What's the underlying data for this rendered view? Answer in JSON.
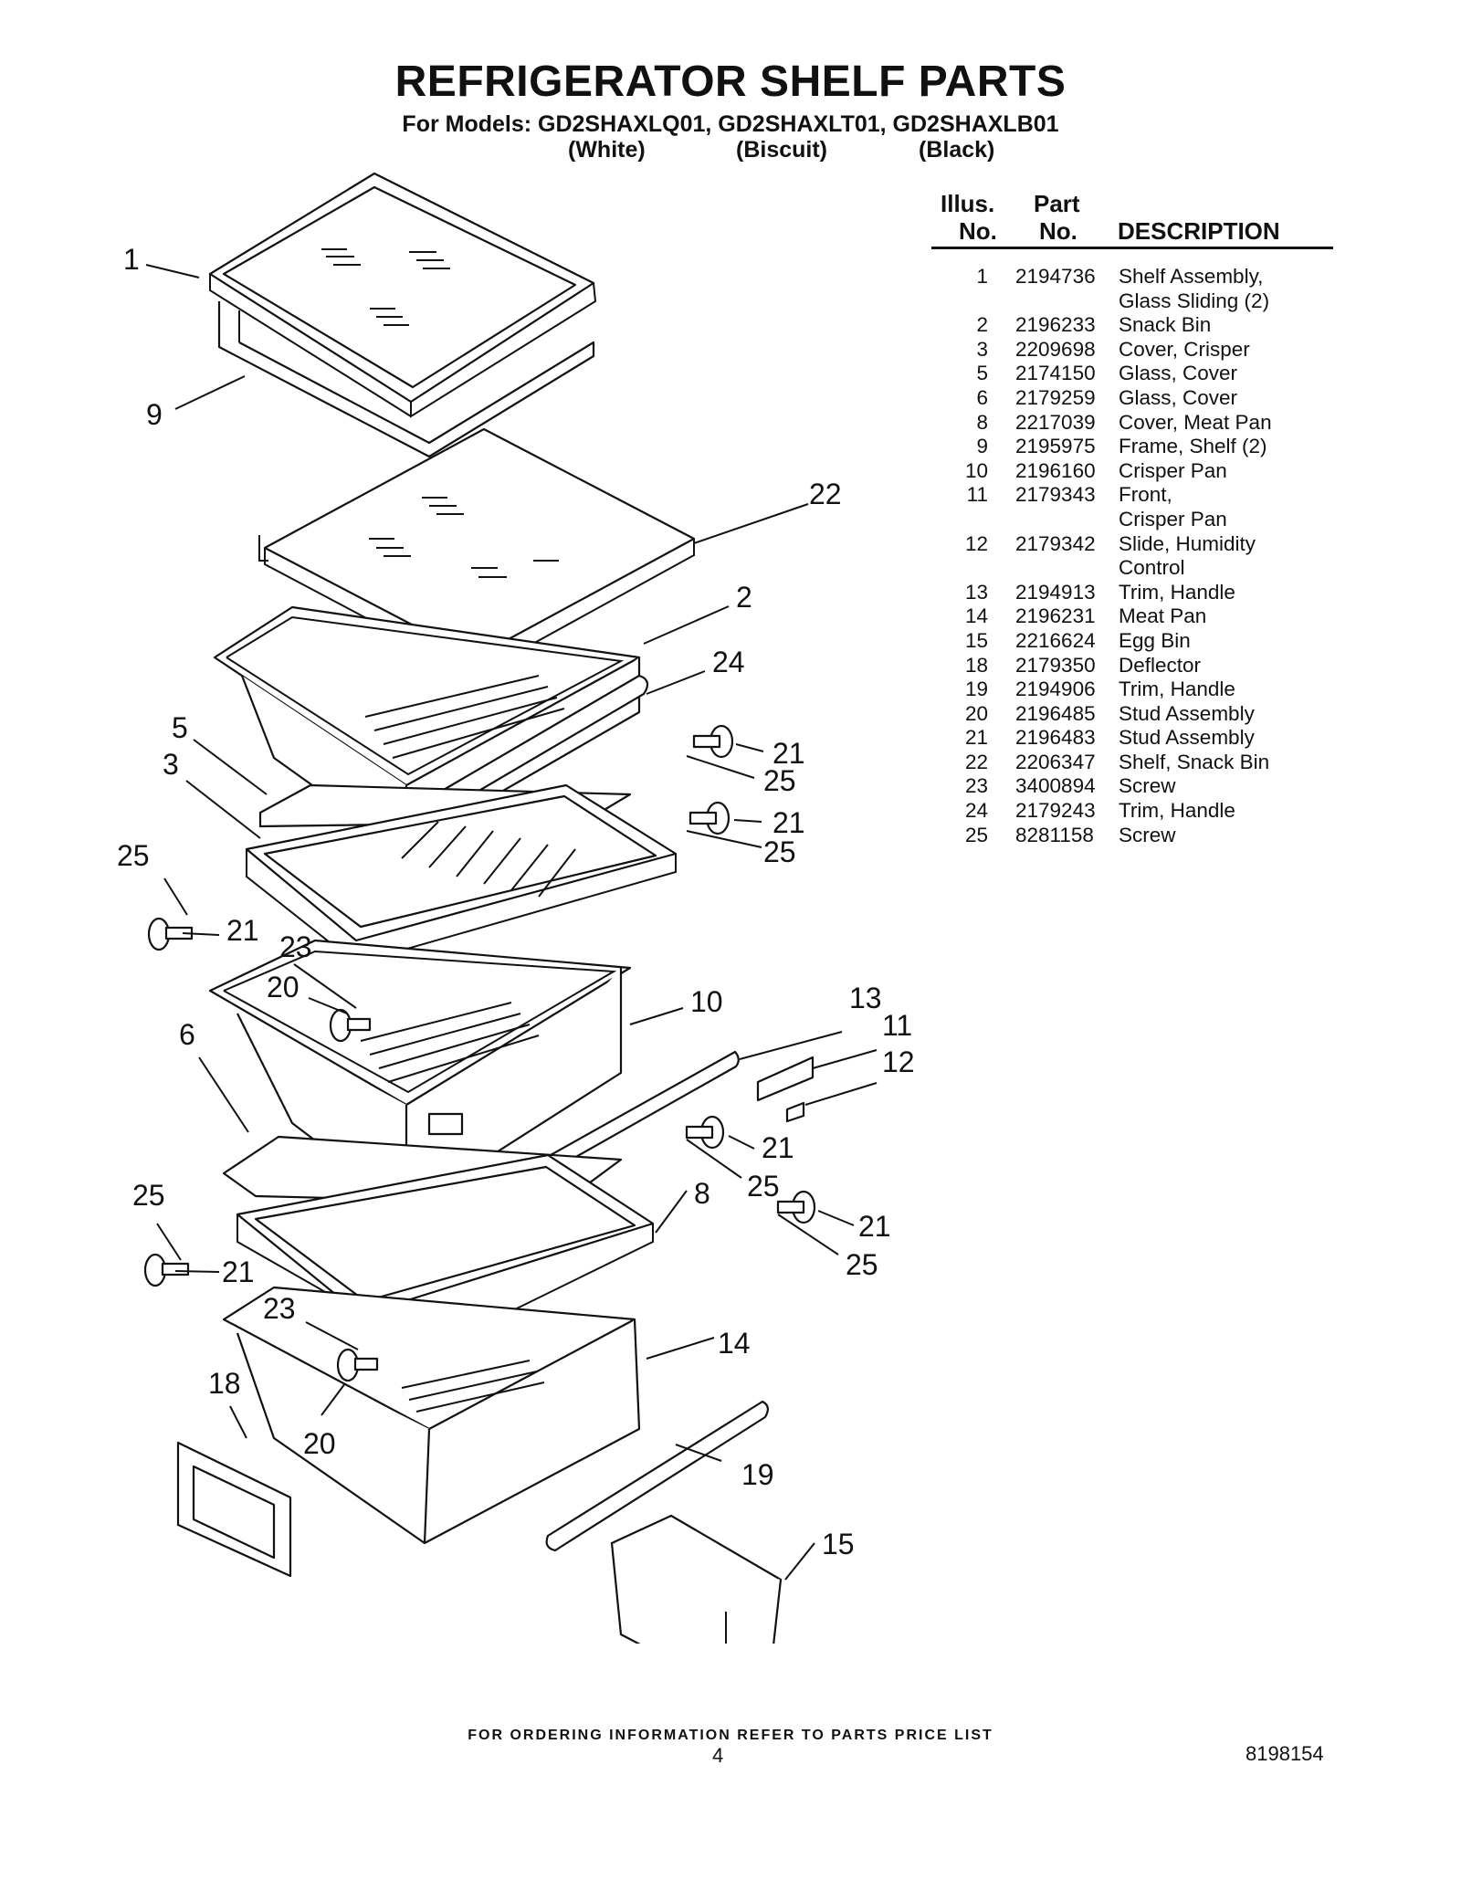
{
  "header": {
    "title": "REFRIGERATOR SHELF PARTS",
    "models": "For Models: GD2SHAXLQ01, GD2SHAXLT01, GD2SHAXLB01",
    "finishes": [
      "(White)",
      "(Biscuit)",
      "(Black)"
    ]
  },
  "table": {
    "col_illus_1": "Illus.",
    "col_illus_2": "No.",
    "col_part_1": "Part",
    "col_part_2": "No.",
    "col_desc": "DESCRIPTION",
    "rows": [
      {
        "no": "1",
        "part": "2194736",
        "desc": "Shelf Assembly,"
      },
      {
        "no": "",
        "part": "",
        "desc": "Glass Sliding (2)"
      },
      {
        "no": "2",
        "part": "2196233",
        "desc": "Snack Bin"
      },
      {
        "no": "3",
        "part": "2209698",
        "desc": "Cover, Crisper"
      },
      {
        "no": "5",
        "part": "2174150",
        "desc": "Glass, Cover"
      },
      {
        "no": "6",
        "part": "2179259",
        "desc": "Glass, Cover"
      },
      {
        "no": "8",
        "part": "2217039",
        "desc": "Cover, Meat Pan"
      },
      {
        "no": "9",
        "part": "2195975",
        "desc": "Frame, Shelf (2)"
      },
      {
        "no": "10",
        "part": "2196160",
        "desc": "Crisper Pan"
      },
      {
        "no": "11",
        "part": "2179343",
        "desc": "Front,"
      },
      {
        "no": "",
        "part": "",
        "desc": "Crisper Pan"
      },
      {
        "no": "12",
        "part": "2179342",
        "desc": "Slide, Humidity"
      },
      {
        "no": "",
        "part": "",
        "desc": "Control"
      },
      {
        "no": "13",
        "part": "2194913",
        "desc": "Trim, Handle"
      },
      {
        "no": "14",
        "part": "2196231",
        "desc": "Meat Pan"
      },
      {
        "no": "15",
        "part": "2216624",
        "desc": "Egg Bin"
      },
      {
        "no": "18",
        "part": "2179350",
        "desc": "Deflector"
      },
      {
        "no": "19",
        "part": "2194906",
        "desc": "Trim, Handle"
      },
      {
        "no": "20",
        "part": "2196485",
        "desc": "Stud Assembly"
      },
      {
        "no": "21",
        "part": "2196483",
        "desc": "Stud Assembly"
      },
      {
        "no": "22",
        "part": "2206347",
        "desc": "Shelf, Snack Bin"
      },
      {
        "no": "23",
        "part": "3400894",
        "desc": "Screw"
      },
      {
        "no": "24",
        "part": "2179243",
        "desc": "Trim, Handle"
      },
      {
        "no": "25",
        "part": "8281158",
        "desc": "Screw"
      }
    ]
  },
  "callouts": {
    "c1": "1",
    "c9": "9",
    "c22": "22",
    "c2": "2",
    "c24": "24",
    "c5": "5",
    "c3": "3",
    "c21a": "21",
    "c25a": "25",
    "c21b": "21",
    "c25b": "25",
    "c25c": "25",
    "c21c": "21",
    "c23a": "23",
    "c20a": "20",
    "c10": "10",
    "c13": "13",
    "c11": "11",
    "c12": "12",
    "c6": "6",
    "c21d": "21",
    "c25d": "25",
    "c8": "8",
    "c25e": "25",
    "c21e": "21",
    "c21f": "21",
    "c25f": "25",
    "c23b": "23",
    "c14": "14",
    "c18": "18",
    "c20b": "20",
    "c19": "19",
    "c15": "15"
  },
  "footer": {
    "ordering": "FOR ORDERING INFORMATION REFER TO PARTS PRICE LIST",
    "page": "4",
    "doc": "8198154"
  }
}
